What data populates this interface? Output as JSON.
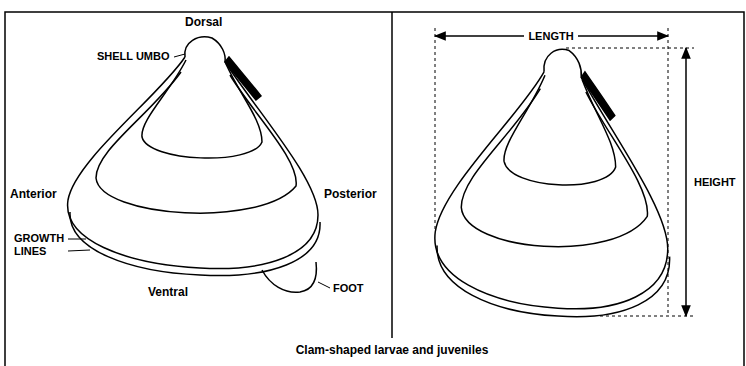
{
  "diagram": {
    "caption": "Clam-shaped larvae and juveniles",
    "labels": [
      "Dorsal",
      "SHELL UMBO",
      "Anterior",
      "Posterior",
      "GROWTH LINES",
      "Ventral",
      "FOOT",
      "LENGTH",
      "HEIGHT"
    ]
  }
}
